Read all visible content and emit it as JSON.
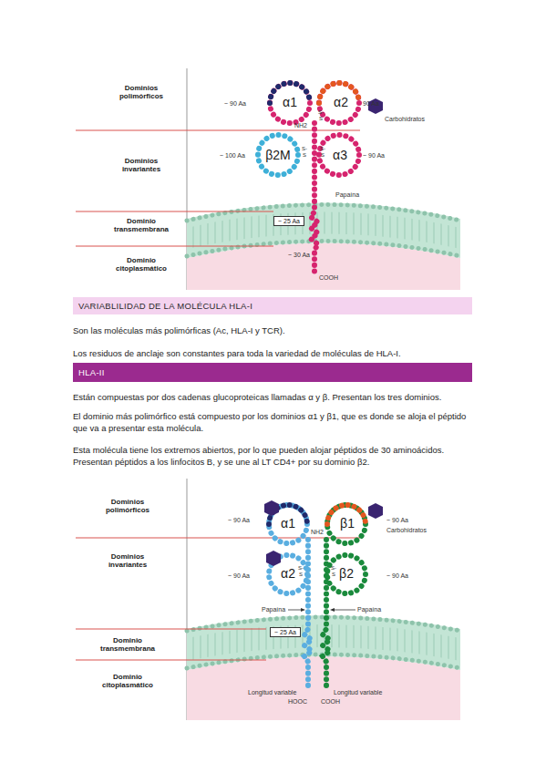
{
  "diagram": {
    "nodes": [
      {
        "text": [
          "~ 25 Aa"
        ]
      },
      {
        "text": [
          "VARIABLILIDAD DE LA MOLÉCULA HLA-I"
        ]
      },
      {
        "text": [
          "HLA-II"
        ]
      },
      {
        "text": [
          "~ 25 Aa"
        ]
      }
    ],
    "labels": [
      "Dominios polimórficos",
      "~ 90 Aa",
      "α1",
      "α2",
      "90 Aa",
      "Carbohidratos",
      "NH2",
      "S-S",
      "Dominios invariantes",
      "~ 100 Aa",
      "β2M",
      "S-S",
      "α3",
      "S-S",
      "~ 90 Aa",
      "Papaína",
      "Dominio transmembrana",
      "Dominio citoplasmático",
      "~ 30 Aa",
      "COOH",
      "Son las moléculas más polimórficas (Ac, HLA-I y TCR).",
      "Los residuos de anclaje son constantes para toda la variedad de moléculas de HLA-I.",
      "Están compuestas por dos cadenas glucoproteicas llamadas α y β. Presentan los tres dominios.",
      "El dominio más polimórfico está compuesto por los dominios α1 y β1, que es donde se aloja el péptido que va a presentar esta molécula.",
      "Esta molécula tiene los extremos abiertos, por lo que pueden alojar péptidos de 30 aminoácidos. Presentan péptidos a los linfocitos B, y se une al LT CD4+ por su dominio β2.",
      "Dominios polimórficos",
      "~ 90 Aa",
      "α1",
      "NH2",
      "β1",
      "~ 90 Aa",
      "Carbohidratos",
      "Dominios invariantes",
      "~ 90 Aa",
      "α2",
      "S-S",
      "S-S",
      "β2",
      "~ 90 Aa",
      "Papaína",
      "Papaína",
      "Dominio transmembrana",
      "Dominio citoplasmático",
      "Longitud variable",
      "HOOC",
      "Longitud variable",
      "COOH"
    ]
  }
}
